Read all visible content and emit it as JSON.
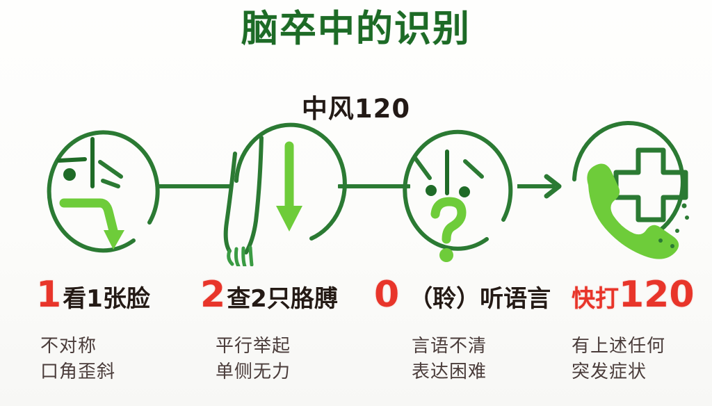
{
  "poster": {
    "title": "脑卒中的识别",
    "subtitle": "中风120",
    "background_color": "#fdfdfb",
    "title_color": "#1d6b26",
    "accent_green_dark": "#2b7a33",
    "accent_green_light": "#6ecc3a",
    "accent_red": "#e8352a"
  },
  "steps": [
    {
      "icon": "drooping-face-icon",
      "number": "1",
      "label": "看1张脸",
      "label_color": "#241a15",
      "desc_line1": "不对称",
      "desc_line2": "口角歪斜"
    },
    {
      "icon": "weak-arm-icon",
      "number": "2",
      "label": "查2只胳膊",
      "label_color": "#241a15",
      "desc_line1": "平行举起",
      "desc_line2": "单侧无力"
    },
    {
      "icon": "confused-speech-face-icon",
      "number": "0",
      "label": "（聆）听语言",
      "label_color": "#241a15",
      "desc_line1": "言语不清",
      "desc_line2": "表达困难"
    },
    {
      "icon": "emergency-call-icon",
      "number": "120",
      "label": "快打",
      "label_color": "#e8352a",
      "desc_line1": "有上述任何",
      "desc_line2": "突发症状"
    }
  ]
}
